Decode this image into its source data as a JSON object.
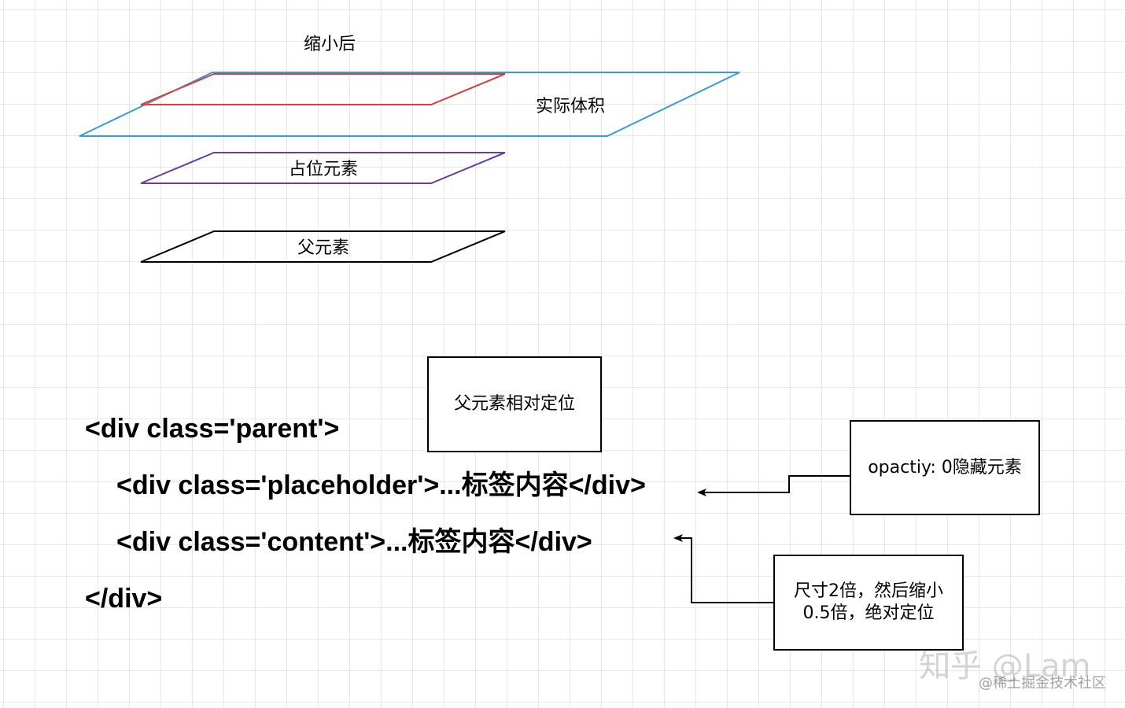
{
  "layers": {
    "shrunk_label": "缩小后",
    "actual_label": "实际体积",
    "placeholder_label": "占位元素",
    "parent_label": "父元素",
    "shrunk_color": "#d9403a",
    "actual_color": "#3a9bd2",
    "placeholder_color": "#6a3ba0",
    "parent_color": "#000000"
  },
  "code": {
    "line1": "<div class='parent'>",
    "line2": "<div class='placeholder'>...标签内容</div>",
    "line3": "<div class='content'>...标签内容</div>",
    "line4": "</div>"
  },
  "annotations": {
    "parent_relative": "父元素相对定位",
    "opacity_hide": "opactiy: 0隐藏元素",
    "size_double_line1": "尺寸2倍，然后缩小",
    "size_double_line2": "0.5倍，绝对定位"
  },
  "watermark": {
    "main": "知乎 @Lam",
    "sub": "@稀土掘金技术社区"
  }
}
